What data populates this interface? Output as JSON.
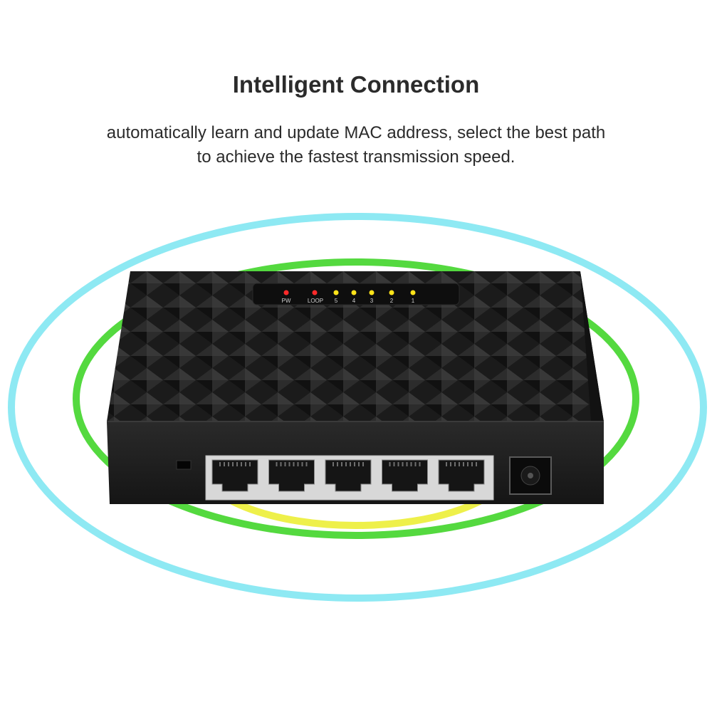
{
  "headline": "Intelligent Connection",
  "description": {
    "line1": "automatically learn and update MAC address, select the best path",
    "line2": "to achieve the fastest transmission speed."
  },
  "device": {
    "led_labels": [
      "PW",
      "LOOP",
      "5",
      "4",
      "3",
      "2",
      "1"
    ],
    "port_count": 5
  },
  "colors": {
    "outer_ring": "#8ee9f3",
    "middle_ring": "#54d93f",
    "inner_ring_glow": "#eef04a",
    "device_body": "#1c1c1c",
    "led_red": "#ff2a2a",
    "led_yellow": "#ffe31a"
  }
}
